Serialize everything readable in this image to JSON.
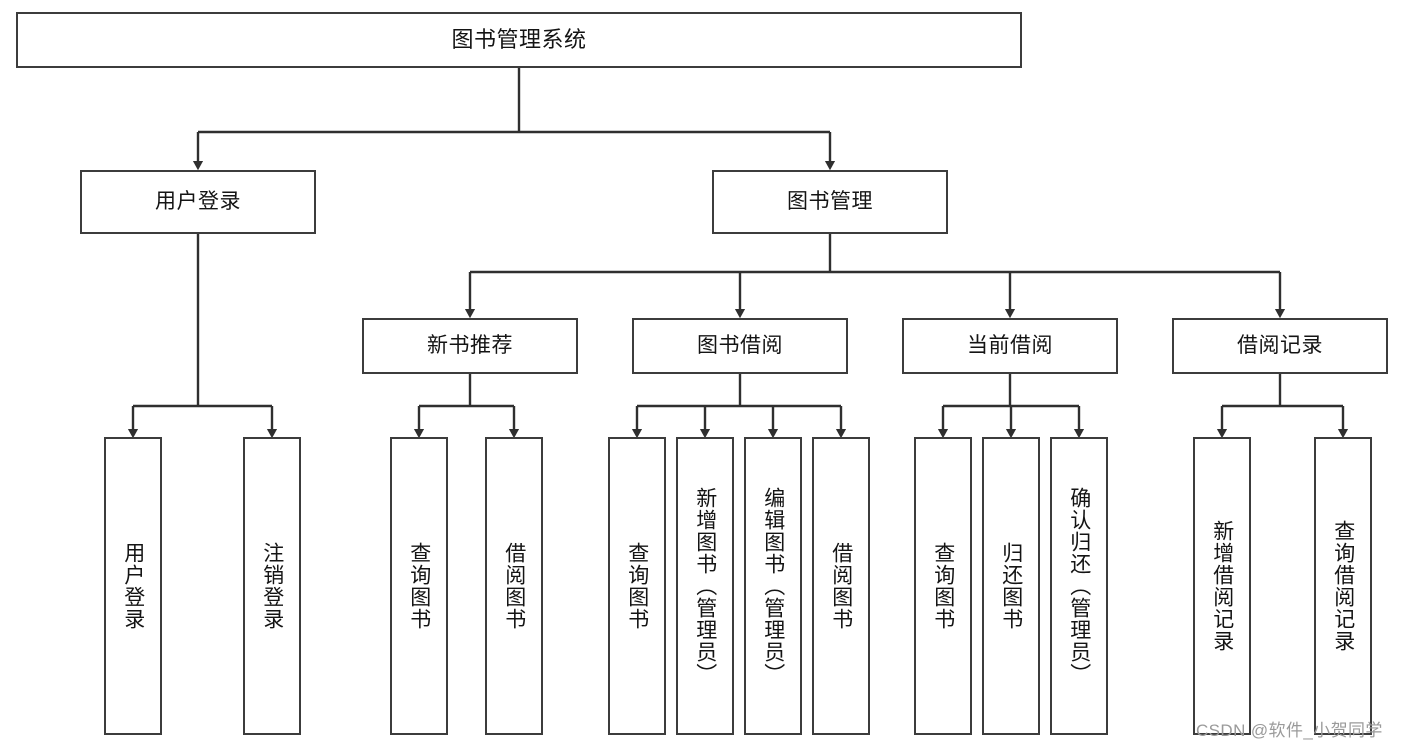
{
  "diagram": {
    "type": "tree",
    "title": "图书管理系统",
    "orientation": "top-down",
    "colors": {
      "node_border": "#3c3c3c",
      "node_fill": "#ffffff",
      "edge": "#2f2f2f",
      "text": "#141414",
      "watermark": "#9a9a9a",
      "background": "#ffffff"
    },
    "nodes": {
      "root": {
        "label": "图书管理系统"
      },
      "level1": [
        {
          "id": "user-login",
          "label": "用户登录"
        },
        {
          "id": "book-manage",
          "label": "图书管理"
        }
      ],
      "level2": [
        {
          "id": "new-book-recommend",
          "label": "新书推荐"
        },
        {
          "id": "book-borrow",
          "label": "图书借阅"
        },
        {
          "id": "current-borrow",
          "label": "当前借阅"
        },
        {
          "id": "borrow-record",
          "label": "借阅记录"
        }
      ],
      "leaves": {
        "user_login": [
          {
            "id": "leaf-user-login",
            "label": "用户登录"
          },
          {
            "id": "leaf-logout-login",
            "label": "注销登录"
          }
        ],
        "new_book_recommend": [
          {
            "id": "leaf-query-book-1",
            "label": "查询图书"
          },
          {
            "id": "leaf-borrow-book-1",
            "label": "借阅图书"
          }
        ],
        "book_borrow": [
          {
            "id": "leaf-query-book-2",
            "label": "查询图书"
          },
          {
            "id": "leaf-add-book",
            "label": "新增图书（管理员）"
          },
          {
            "id": "leaf-edit-book",
            "label": "编辑图书（管理员）"
          },
          {
            "id": "leaf-borrow-book-2",
            "label": "借阅图书"
          }
        ],
        "current_borrow": [
          {
            "id": "leaf-query-book-3",
            "label": "查询图书"
          },
          {
            "id": "leaf-return-book",
            "label": "归还图书"
          },
          {
            "id": "leaf-confirm-return",
            "label": "确认归还（管理员）"
          }
        ],
        "borrow_record": [
          {
            "id": "leaf-add-record",
            "label": "新增借阅记录"
          },
          {
            "id": "leaf-query-record",
            "label": "查询借阅记录"
          }
        ]
      }
    }
  },
  "watermark": {
    "text": "CSDN @软件_小贺同学"
  }
}
